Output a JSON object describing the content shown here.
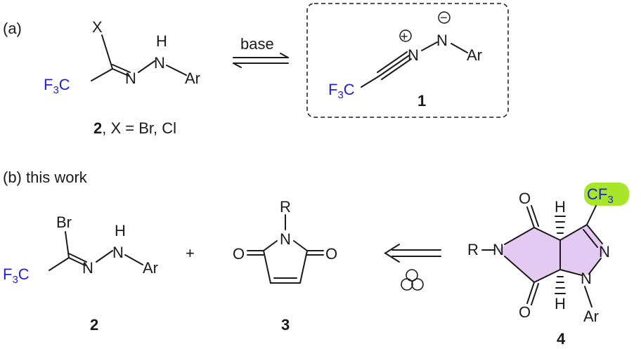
{
  "panel_a": {
    "label": "(a)",
    "cmpd2": {
      "x_sub": "X",
      "h": "H",
      "n1": "N",
      "n2": "N",
      "ar": "Ar",
      "f3c_f": "F",
      "f3c_3": "3",
      "f3c_c": "C",
      "caption_num": "2",
      "caption_rest": ", X = Br, Cl"
    },
    "arrow_label": "base",
    "cmpd1": {
      "plus": "+",
      "minus": "−",
      "n1": "N",
      "n2": "N",
      "ar": "Ar",
      "f3c_f": "F",
      "f3c_3": "3",
      "f3c_c": "C",
      "caption": "1"
    }
  },
  "panel_b": {
    "label": "(b) this work",
    "cmpd2": {
      "br": "Br",
      "h": "H",
      "n1": "N",
      "n2": "N",
      "ar": "Ar",
      "f3c_f": "F",
      "f3c_3": "3",
      "f3c_c": "C",
      "caption": "2"
    },
    "plus": "+",
    "cmpd3": {
      "r": "R",
      "n": "N",
      "o_left": "O",
      "o_right": "O",
      "caption": "3"
    },
    "cmpd4": {
      "r": "R",
      "n_imide": "N",
      "o_top": "O",
      "o_bottom": "O",
      "h_top": "H",
      "h_bottom": "H",
      "cf3_c": "CF",
      "cf3_3": "3",
      "n_pyr1": "N",
      "n_pyr2": "N",
      "ar": "Ar",
      "caption": "4"
    }
  },
  "colors": {
    "cf3_text": "#2020d8",
    "ring_fill": "#e4caf2",
    "cf3_highlight": "#a8e62a",
    "ink": "#1a1a1a"
  }
}
